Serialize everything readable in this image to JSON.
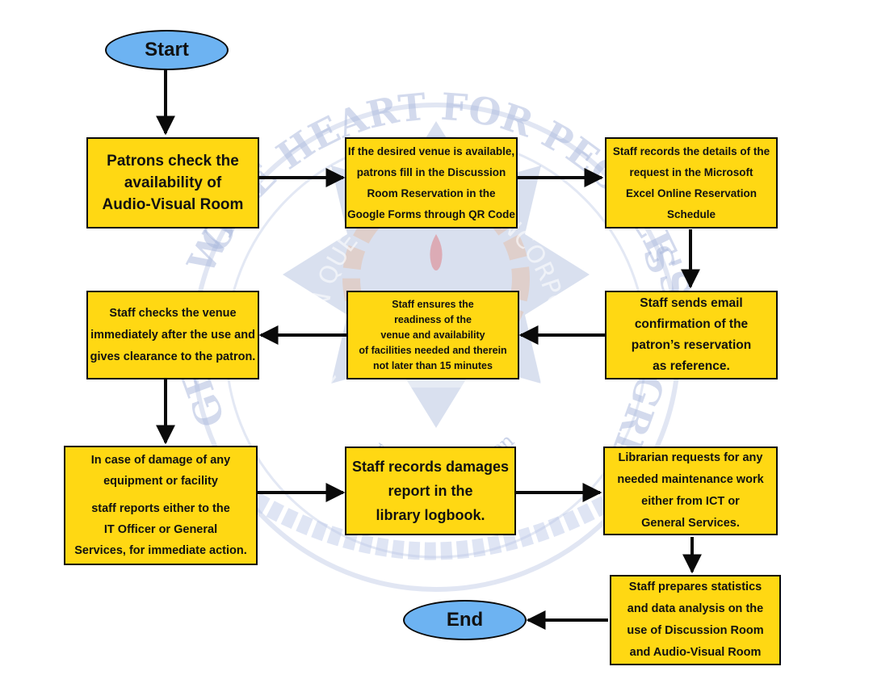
{
  "watermark": {
    "outer_ring_top": "ONE HEART FOR PEOPLE'S",
    "outer_ring_left": "WE",
    "outer_ring_bottom_left": "GET",
    "outer_ring_right": "S",
    "outer_ring_bottom_right": "GRE",
    "inner_ring_left": "NORTHERN QUE",
    "inner_ring_right": "INCORPORATED",
    "inner_ring_bottom": "Infanta, Quezon",
    "colors": {
      "ring": "#a8b7dc",
      "star": "#2f55a8",
      "gear": "#f2a470",
      "flame": "#e3484a"
    }
  },
  "nodes": {
    "start": {
      "label": "Start"
    },
    "end": {
      "label": "End"
    },
    "check_availability": {
      "lines": [
        "Patrons check the",
        "availability of",
        "Audio-Visual Room"
      ]
    },
    "fill_form": {
      "lines": [
        "If the desired venue is available,",
        "patrons fill in the Discussion",
        "Room Reservation in the",
        "Google Forms through QR Code"
      ]
    },
    "record_details": {
      "lines": [
        "Staff records the details of the",
        "request in the Microsoft",
        "Excel Online Reservation",
        "Schedule"
      ]
    },
    "send_email": {
      "lines": [
        "Staff sends email",
        "confirmation of the",
        "patron’s reservation",
        "as reference."
      ]
    },
    "ensure_readiness": {
      "lines": [
        "Staff ensures the",
        "readiness of the",
        "venue and availability",
        "of facilities needed and therein",
        "not later than 15 minutes"
      ]
    },
    "check_venue": {
      "lines": [
        "Staff checks the venue",
        "immediately after the use and",
        "gives clearance to the patron."
      ]
    },
    "damage_report": {
      "lines_top": [
        "In case of damage of any",
        "equipment or facility"
      ],
      "lines_bottom": [
        "staff reports either to the",
        "IT Officer or General",
        "Services, for immediate action."
      ]
    },
    "logbook": {
      "lines": [
        "Staff records damages",
        "report in the",
        "library logbook."
      ]
    },
    "maintenance": {
      "lines": [
        "Librarian requests for any",
        "needed maintenance work",
        "either from ICT or",
        "General Services."
      ]
    },
    "statistics": {
      "lines": [
        "Staff prepares statistics",
        "and data analysis on the",
        "use of Discussion Room",
        "and Audio-Visual Room"
      ]
    }
  },
  "colors": {
    "process_fill": "#ffd813",
    "terminal_fill": "#6db3f2",
    "stroke": "#0a0a0a"
  }
}
